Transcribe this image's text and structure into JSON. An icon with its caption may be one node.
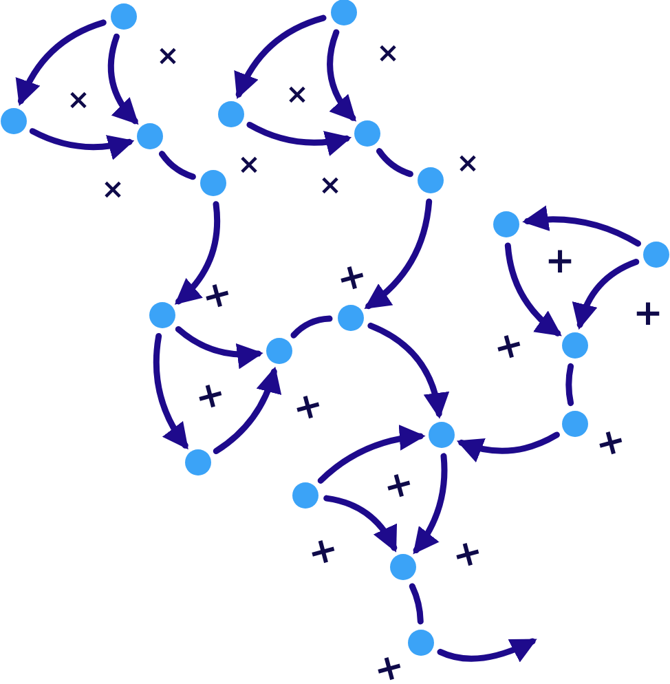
{
  "diagram": {
    "nodes": [
      {
        "text": [],
        "shape": "circle"
      },
      {
        "text": [],
        "shape": "circle"
      },
      {
        "text": [],
        "shape": "circle"
      },
      {
        "text": [],
        "shape": "circle"
      },
      {
        "text": [],
        "shape": "circle"
      },
      {
        "text": [],
        "shape": "circle"
      },
      {
        "text": [],
        "shape": "circle"
      },
      {
        "text": [],
        "shape": "circle"
      },
      {
        "text": [],
        "shape": "circle"
      },
      {
        "text": [],
        "shape": "circle"
      },
      {
        "text": [],
        "shape": "circle"
      },
      {
        "text": [],
        "shape": "circle"
      },
      {
        "text": [],
        "shape": "circle"
      },
      {
        "text": [],
        "shape": "circle"
      },
      {
        "text": [],
        "shape": "circle"
      },
      {
        "text": [],
        "shape": "circle"
      },
      {
        "text": [],
        "shape": "circle"
      },
      {
        "text": [],
        "shape": "circle"
      },
      {
        "text": [],
        "shape": "circle"
      },
      {
        "text": [],
        "shape": "circle"
      }
    ],
    "edges": [
      {
        "from": 0,
        "to": 1,
        "arrow": "to"
      },
      {
        "from": 0,
        "to": 2,
        "arrow": "to"
      },
      {
        "from": 1,
        "to": 2,
        "arrow": "to"
      },
      {
        "from": 2,
        "to": 3,
        "arrow": "none"
      },
      {
        "from": 4,
        "to": 5,
        "arrow": "to"
      },
      {
        "from": 4,
        "to": 6,
        "arrow": "to"
      },
      {
        "from": 5,
        "to": 6,
        "arrow": "to"
      },
      {
        "from": 6,
        "to": 7,
        "arrow": "none"
      },
      {
        "from": 3,
        "to": 8,
        "arrow": "to"
      },
      {
        "from": 7,
        "to": 10,
        "arrow": "to"
      },
      {
        "from": 8,
        "to": 9,
        "arrow": "to"
      },
      {
        "from": 8,
        "to": 11,
        "arrow": "to"
      },
      {
        "from": 11,
        "to": 9,
        "arrow": "to"
      },
      {
        "from": 9,
        "to": 10,
        "arrow": "none"
      },
      {
        "from": 10,
        "to": 16,
        "arrow": "to"
      },
      {
        "from": 13,
        "to": 12,
        "arrow": "to"
      },
      {
        "from": 13,
        "to": 14,
        "arrow": "to"
      },
      {
        "from": 12,
        "to": 14,
        "arrow": "to"
      },
      {
        "from": 14,
        "to": 15,
        "arrow": "none"
      },
      {
        "from": 15,
        "to": 16,
        "arrow": "to"
      },
      {
        "from": 17,
        "to": 16,
        "arrow": "to"
      },
      {
        "from": 17,
        "to": 18,
        "arrow": "to"
      },
      {
        "from": 16,
        "to": 18,
        "arrow": "to"
      },
      {
        "from": 18,
        "to": 19,
        "arrow": "none"
      },
      {
        "from": 19,
        "to": null,
        "arrow": "to"
      }
    ],
    "labels": [
      "×",
      "×",
      "×",
      "×",
      "×",
      "×",
      "×",
      "×",
      "+",
      "+",
      "+",
      "+",
      "+",
      "+",
      "+",
      "+",
      "+",
      "+",
      "+",
      "+"
    ]
  }
}
